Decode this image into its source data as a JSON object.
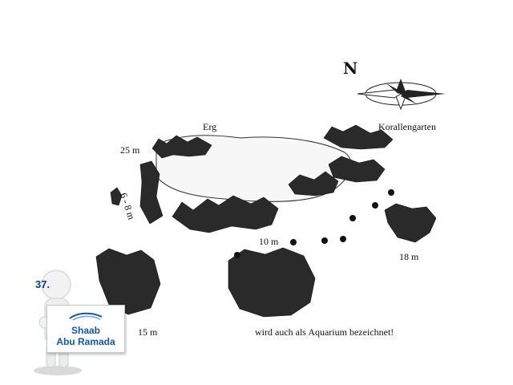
{
  "compass": {
    "north_letter": "N",
    "icon": "compass-rose-icon"
  },
  "labels": {
    "erg": "Erg",
    "korallengarten": "Korallengarten",
    "depth_25": "25 m",
    "depth_6_8": "6 - 8 m",
    "depth_10": "10 m",
    "depth_18": "18 m",
    "depth_15": "15 m",
    "caption": "wird auch als Aquarium bezeichnet!"
  },
  "site_badge": {
    "number": "37.",
    "name_line1": "Shaab",
    "name_line2": "Abu Ramada",
    "logo": "dive-center-logo"
  },
  "colors": {
    "ink": "#111111",
    "badge_blue": "#1456a8",
    "number_blue": "#0a3a8a"
  }
}
